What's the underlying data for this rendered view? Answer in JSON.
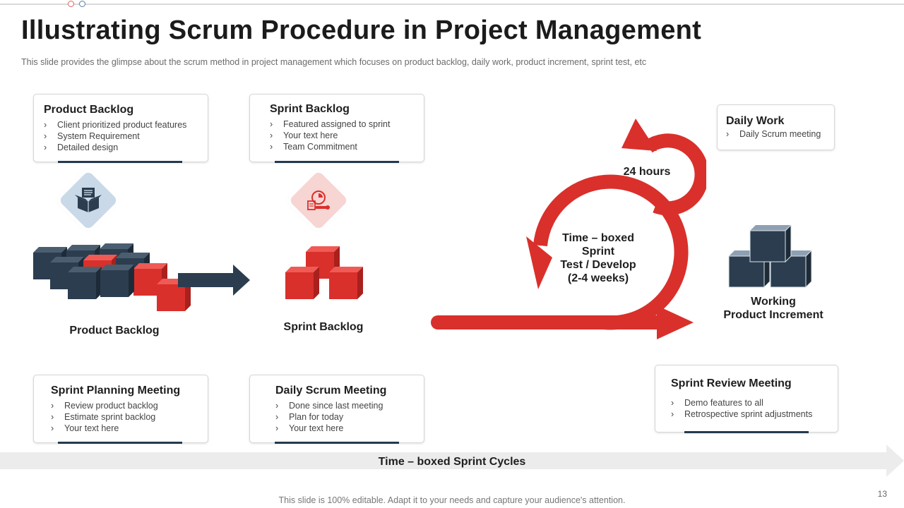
{
  "title": "Illustrating Scrum Procedure in Project Management",
  "subtitle": "This slide provides  the glimpse about the scrum method in project management which focuses on product backlog, daily work, product increment, sprint test, etc",
  "cards": {
    "product_backlog": {
      "title": "Product Backlog",
      "items": [
        "Client prioritized product features",
        "System Requirement",
        "Detailed design"
      ]
    },
    "sprint_backlog": {
      "title": "Sprint Backlog",
      "items": [
        "Featured assigned to sprint",
        "Your text here",
        "Team Commitment"
      ]
    },
    "daily_work": {
      "title": "Daily Work",
      "items": [
        "Daily Scrum meeting"
      ]
    },
    "sprint_planning": {
      "title": "Sprint Planning Meeting",
      "items": [
        "Review  product backlog",
        "Estimate sprint backlog",
        "Your text here"
      ]
    },
    "daily_scrum": {
      "title": "Daily Scrum Meeting",
      "items": [
        "Done since last meeting",
        "Plan for today",
        "Your text here"
      ]
    },
    "sprint_review": {
      "title": "Sprint Review Meeting",
      "items": [
        "Demo features to all",
        "Retrospective  sprint adjustments"
      ]
    }
  },
  "bullet_glyph": "›",
  "labels": {
    "product_backlog": "Product Backlog",
    "sprint_backlog": "Sprint Backlog",
    "hours": "24 hours",
    "cycle_line1": "Time – boxed",
    "cycle_line2": "Sprint",
    "cycle_line3": "Test / Develop",
    "cycle_line4": "(2-4 weeks)",
    "increment_line1": "Working",
    "increment_line2": "Product Increment"
  },
  "timeline": "Time – boxed Sprint Cycles",
  "footer": "This slide is 100% editable. Adapt it to your needs and capture your audience's attention.",
  "page_number": "13",
  "icons": [
    "backlog-box-icon",
    "sprint-chart-icon"
  ],
  "colors": {
    "navy": "#2b3d4f",
    "red": "#d9302c",
    "light_blue": "#c9d9e8",
    "light_red": "#f6d5d3",
    "card_bar": "#243a4e",
    "timeline": "#ececec"
  }
}
